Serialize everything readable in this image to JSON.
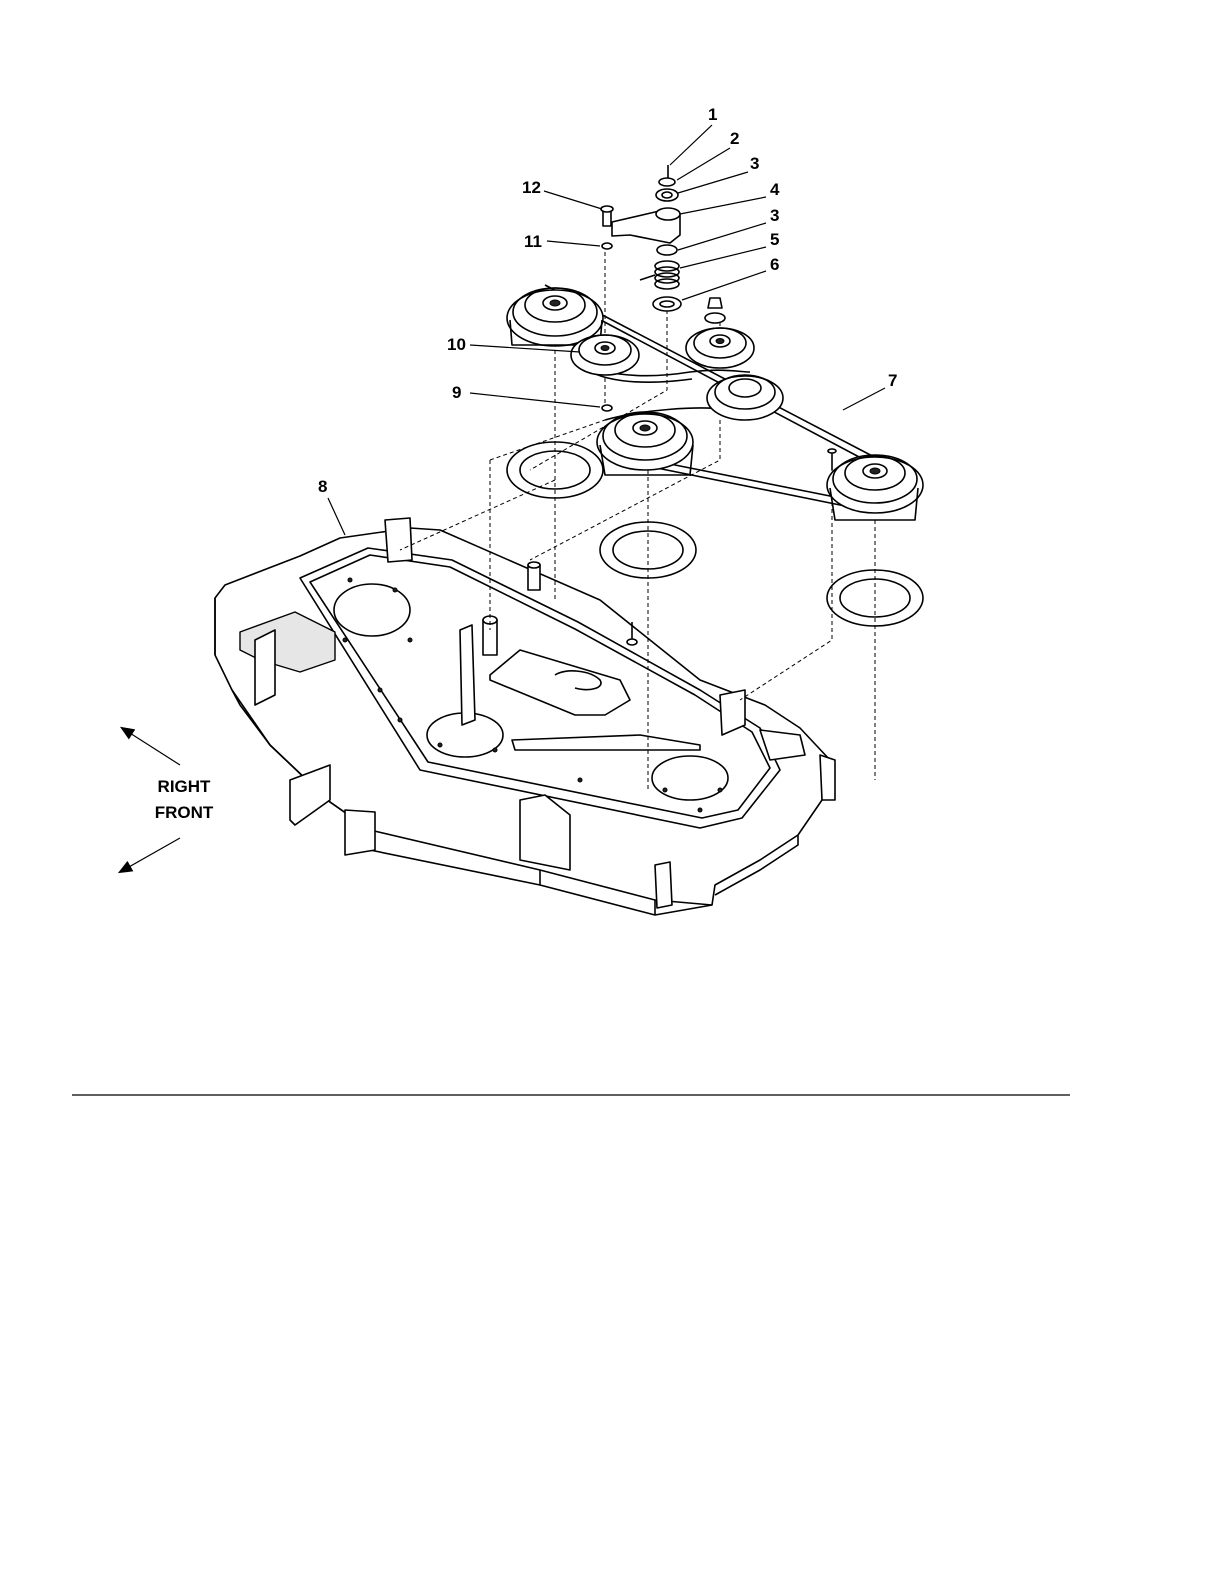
{
  "callouts": [
    {
      "id": "c1",
      "label": "1"
    },
    {
      "id": "c2",
      "label": "2"
    },
    {
      "id": "c3a",
      "label": "3"
    },
    {
      "id": "c4",
      "label": "4"
    },
    {
      "id": "c3b",
      "label": "3"
    },
    {
      "id": "c5",
      "label": "5"
    },
    {
      "id": "c6",
      "label": "6"
    },
    {
      "id": "c7",
      "label": "7"
    },
    {
      "id": "c8",
      "label": "8"
    },
    {
      "id": "c9",
      "label": "9"
    },
    {
      "id": "c10",
      "label": "10"
    },
    {
      "id": "c11",
      "label": "11"
    },
    {
      "id": "c12",
      "label": "12"
    }
  ],
  "direction": {
    "line1": "RIGHT",
    "line2": "FRONT"
  }
}
